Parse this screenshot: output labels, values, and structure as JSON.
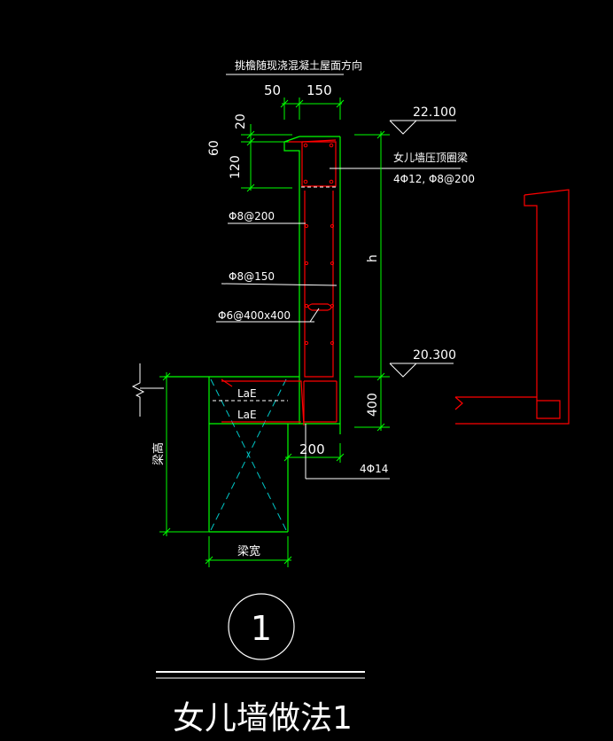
{
  "drawing": {
    "top_note": "挑檐随现浇混凝土屋面方向",
    "dims": {
      "d50": "50",
      "d150": "150",
      "d20": "20",
      "d60": "60",
      "d120": "120",
      "h": "h",
      "d400": "400",
      "d200": "200",
      "beam_height": "梁高",
      "beam_width": "梁宽"
    },
    "elevations": {
      "top": "22.100",
      "bottom": "20.300"
    },
    "labels": {
      "coping_beam": "女儿墙压顶圈梁",
      "coping_rebar": "4Φ12, Φ8@200",
      "rebar_200": "Φ8@200",
      "rebar_150": "Φ8@150",
      "tie": "Φ6@400x400",
      "lae1": "LaE",
      "lae2": "LaE",
      "bottom_bar": "4Φ14"
    },
    "detail_number": "1",
    "title": "女儿墙做法1"
  },
  "colors": {
    "background": "#000000",
    "dimension": "#00ff00",
    "rebar": "#ff0000",
    "text": "#ffffff",
    "hidden": "#00c8c8",
    "outline": "#ffffff"
  }
}
